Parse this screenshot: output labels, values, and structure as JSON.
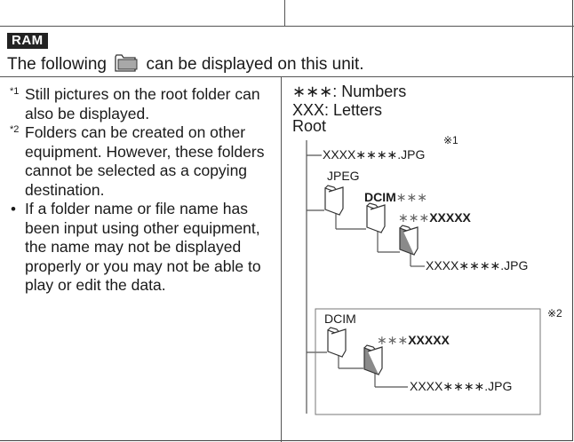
{
  "badge": "RAM",
  "intro": {
    "before": "The following",
    "after": "can be displayed on this unit."
  },
  "notes": [
    {
      "mark": "*1",
      "text": "Still pictures on the root folder can also be displayed."
    },
    {
      "mark": "*2",
      "text": "Folders can be created on other equipment. However, these folders cannot be selected as a copying destination."
    },
    {
      "mark": "•",
      "text": "If a folder name or file name has been input using other equipment, the name may not be displayed properly or you may not be able to play or edit the data."
    }
  ],
  "legend": {
    "numbers": "∗∗∗: Numbers",
    "letters": "XXX: Letters"
  },
  "tree": {
    "root": "Root",
    "root_file": "XXXX∗∗∗∗.JPG",
    "root_file_mark": "※1",
    "jpeg_folder": "JPEG",
    "dcim_name": "DCIM",
    "dcim_suffix": "∗∗∗",
    "sub_prefix": "∗∗∗",
    "sub_letters": "XXXXX",
    "sub_file": "XXXX∗∗∗∗.JPG",
    "box_mark": "※2",
    "box_folder": "DCIM",
    "box_sub_prefix": "∗∗∗",
    "box_sub_letters": "XXXXX",
    "box_file": "XXXX∗∗∗∗.JPG"
  },
  "colors": {
    "line": "#555555",
    "folder_fill": "#ffffff",
    "folder_dark": "#8a8a8a",
    "badge_bg": "#222222"
  }
}
